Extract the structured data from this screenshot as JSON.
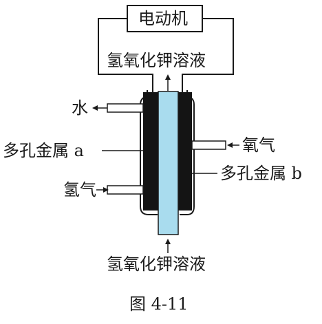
{
  "labels": {
    "motor": "电动机",
    "koh_top": "氢氧化钾溶液",
    "water": "水",
    "metal_a": "多孔金属 a",
    "oxygen": "氧气",
    "metal_b": "多孔金属 b",
    "hydrogen": "氢气",
    "koh_bottom": "氢氧化钾溶液",
    "caption": "图 4-11"
  },
  "colors": {
    "electrode": "#141414",
    "electrolyte": "#a9dcee",
    "line": "#1a1a1a"
  }
}
